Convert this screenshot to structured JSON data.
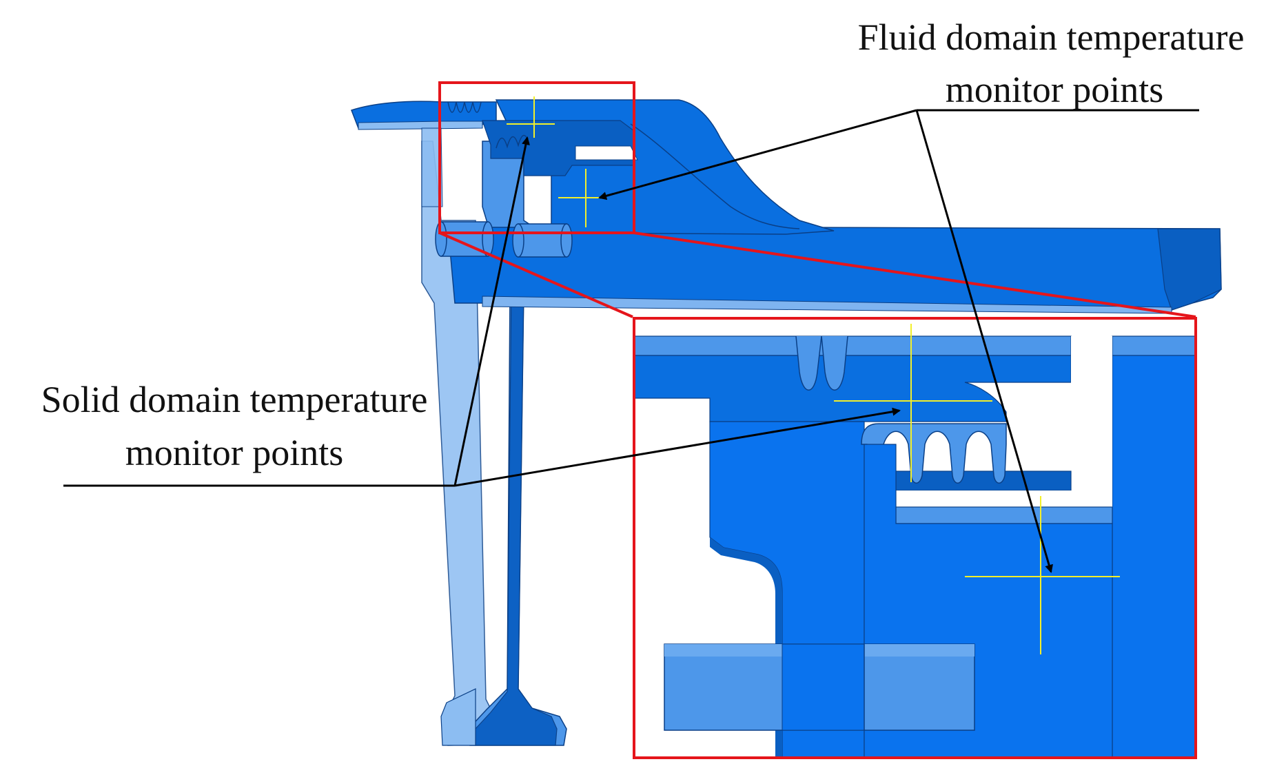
{
  "labels": {
    "fluid_line1": "Fluid domain temperature",
    "fluid_line2": "monitor points",
    "solid_line1": "Solid domain temperature",
    "solid_line2": "monitor points"
  },
  "colors": {
    "part_main": "#0073e6",
    "part_dark": "#0a5fc2",
    "part_light": "#7fb4f0",
    "part_outline": "#0a3f86",
    "callout_frame": "#e5151b",
    "monitor_mark": "#f2ef2a",
    "leader": "#000000"
  }
}
